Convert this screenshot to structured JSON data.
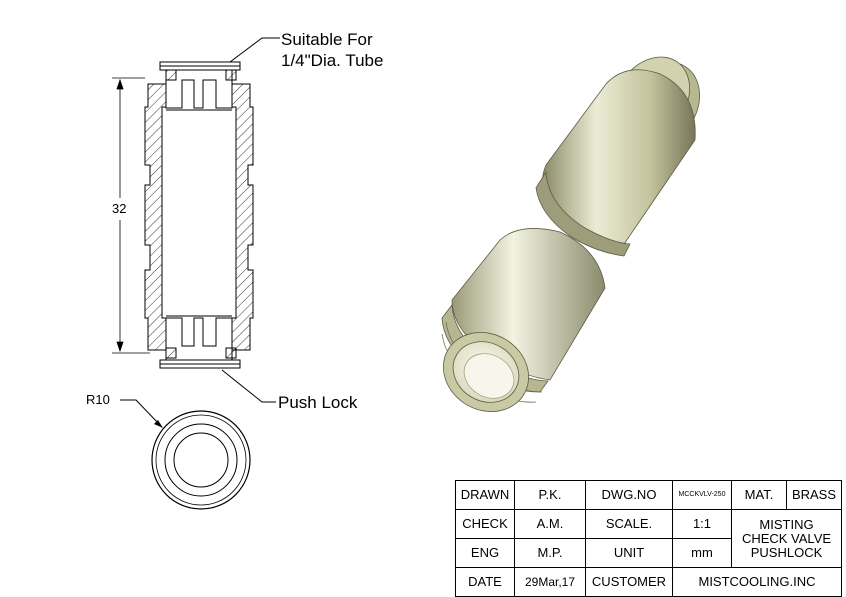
{
  "callouts": {
    "suitable_line1": "Suitable For",
    "suitable_line2": "1/4\"Dia. Tube",
    "push_lock": "Push Lock",
    "radius": "R10",
    "length": "32"
  },
  "title_block": {
    "drawn_label": "DRAWN",
    "drawn_value": "P.K.",
    "dwg_no_label": "DWG.NO",
    "dwg_no_value": "MCCKVLV-250",
    "mat_label": "MAT.",
    "mat_value": "BRASS",
    "check_label": "CHECK",
    "check_value": "A.M.",
    "scale_label": "SCALE.",
    "scale_value": "1:1",
    "description_line1": "MISTING",
    "description_line2": "CHECK VALVE",
    "description_line3": "PUSHLOCK",
    "eng_label": "ENG",
    "eng_value": "M.P.",
    "unit_label": "UNIT",
    "unit_value": "mm",
    "date_label": "DATE",
    "date_value": "29Mar,17",
    "customer_label": "CUSTOMER",
    "customer_value": "MISTCOOLING.INC"
  },
  "colors": {
    "line": "#000000",
    "part_body": "#c9c9a4",
    "part_shadow": "#7f7f5e",
    "part_highlight": "#ececd6"
  }
}
